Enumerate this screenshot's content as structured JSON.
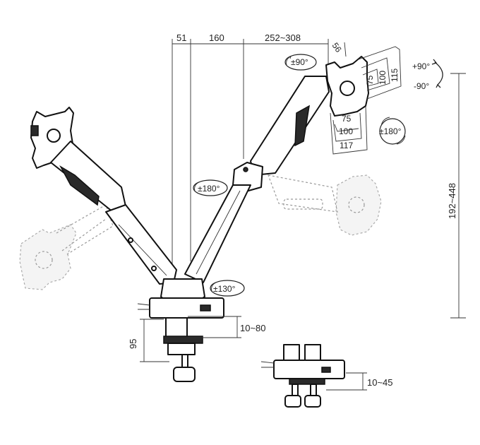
{
  "dimensions": {
    "top_offset_1": "51",
    "top_offset_2": "160",
    "top_reach": "252~308",
    "head_depth": "56",
    "height_range": "192~448",
    "clamp_depth": "95",
    "clamp_range": "10~80",
    "grommet_range": "10~45"
  },
  "vesa": {
    "v75": "75",
    "v100": "100",
    "v115": "115",
    "h75": "75",
    "h100": "100",
    "h117": "117"
  },
  "rotations": {
    "head_swivel": "±90°",
    "tilt_up": "+90°",
    "tilt_down": "-90°",
    "head_rotate": "±180°",
    "arm_swivel": "±180°",
    "base_swivel": "±130°"
  }
}
